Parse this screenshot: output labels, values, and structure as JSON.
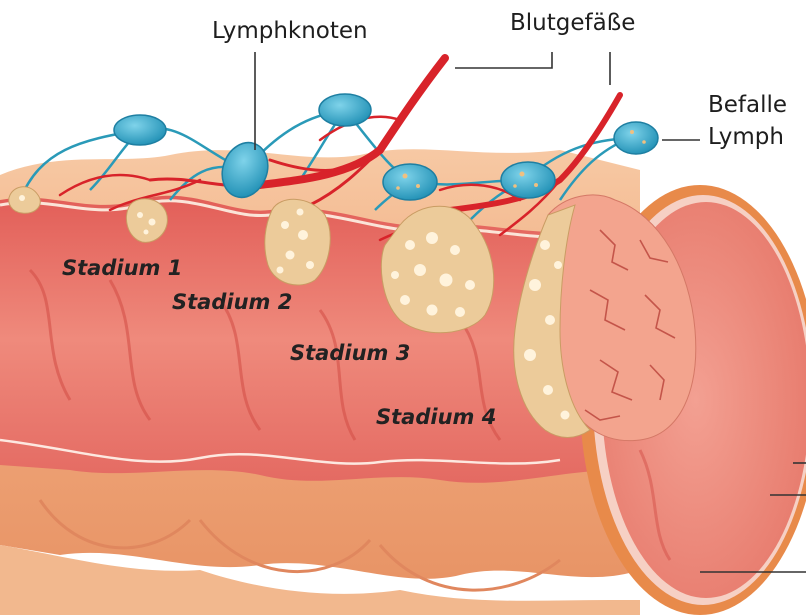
{
  "labels": {
    "lymph_nodes": "Lymphknoten",
    "blood_vessels": "Blutgefäße",
    "affected_nodes_line1": "Befalle",
    "affected_nodes_line2": "Lymph"
  },
  "stages": [
    {
      "label": "Stadium 1"
    },
    {
      "label": "Stadium 2"
    },
    {
      "label": "Stadium 3"
    },
    {
      "label": "Stadium 4"
    }
  ],
  "colors": {
    "bowel_outer": "#f4b48c",
    "bowel_inner": "#e8736a",
    "bowel_shadow": "#d55a52",
    "serosa": "#e88a4a",
    "tumor": "#eccb9a",
    "tumor_cell": "#fff3dc",
    "tumor_large": "#f3a48e",
    "vessel": "#d8232a",
    "lymph_line": "#2a9ab8",
    "node": "#2fa6c9",
    "node_affected": "#2fa6c9",
    "leader_line": "#333333"
  }
}
